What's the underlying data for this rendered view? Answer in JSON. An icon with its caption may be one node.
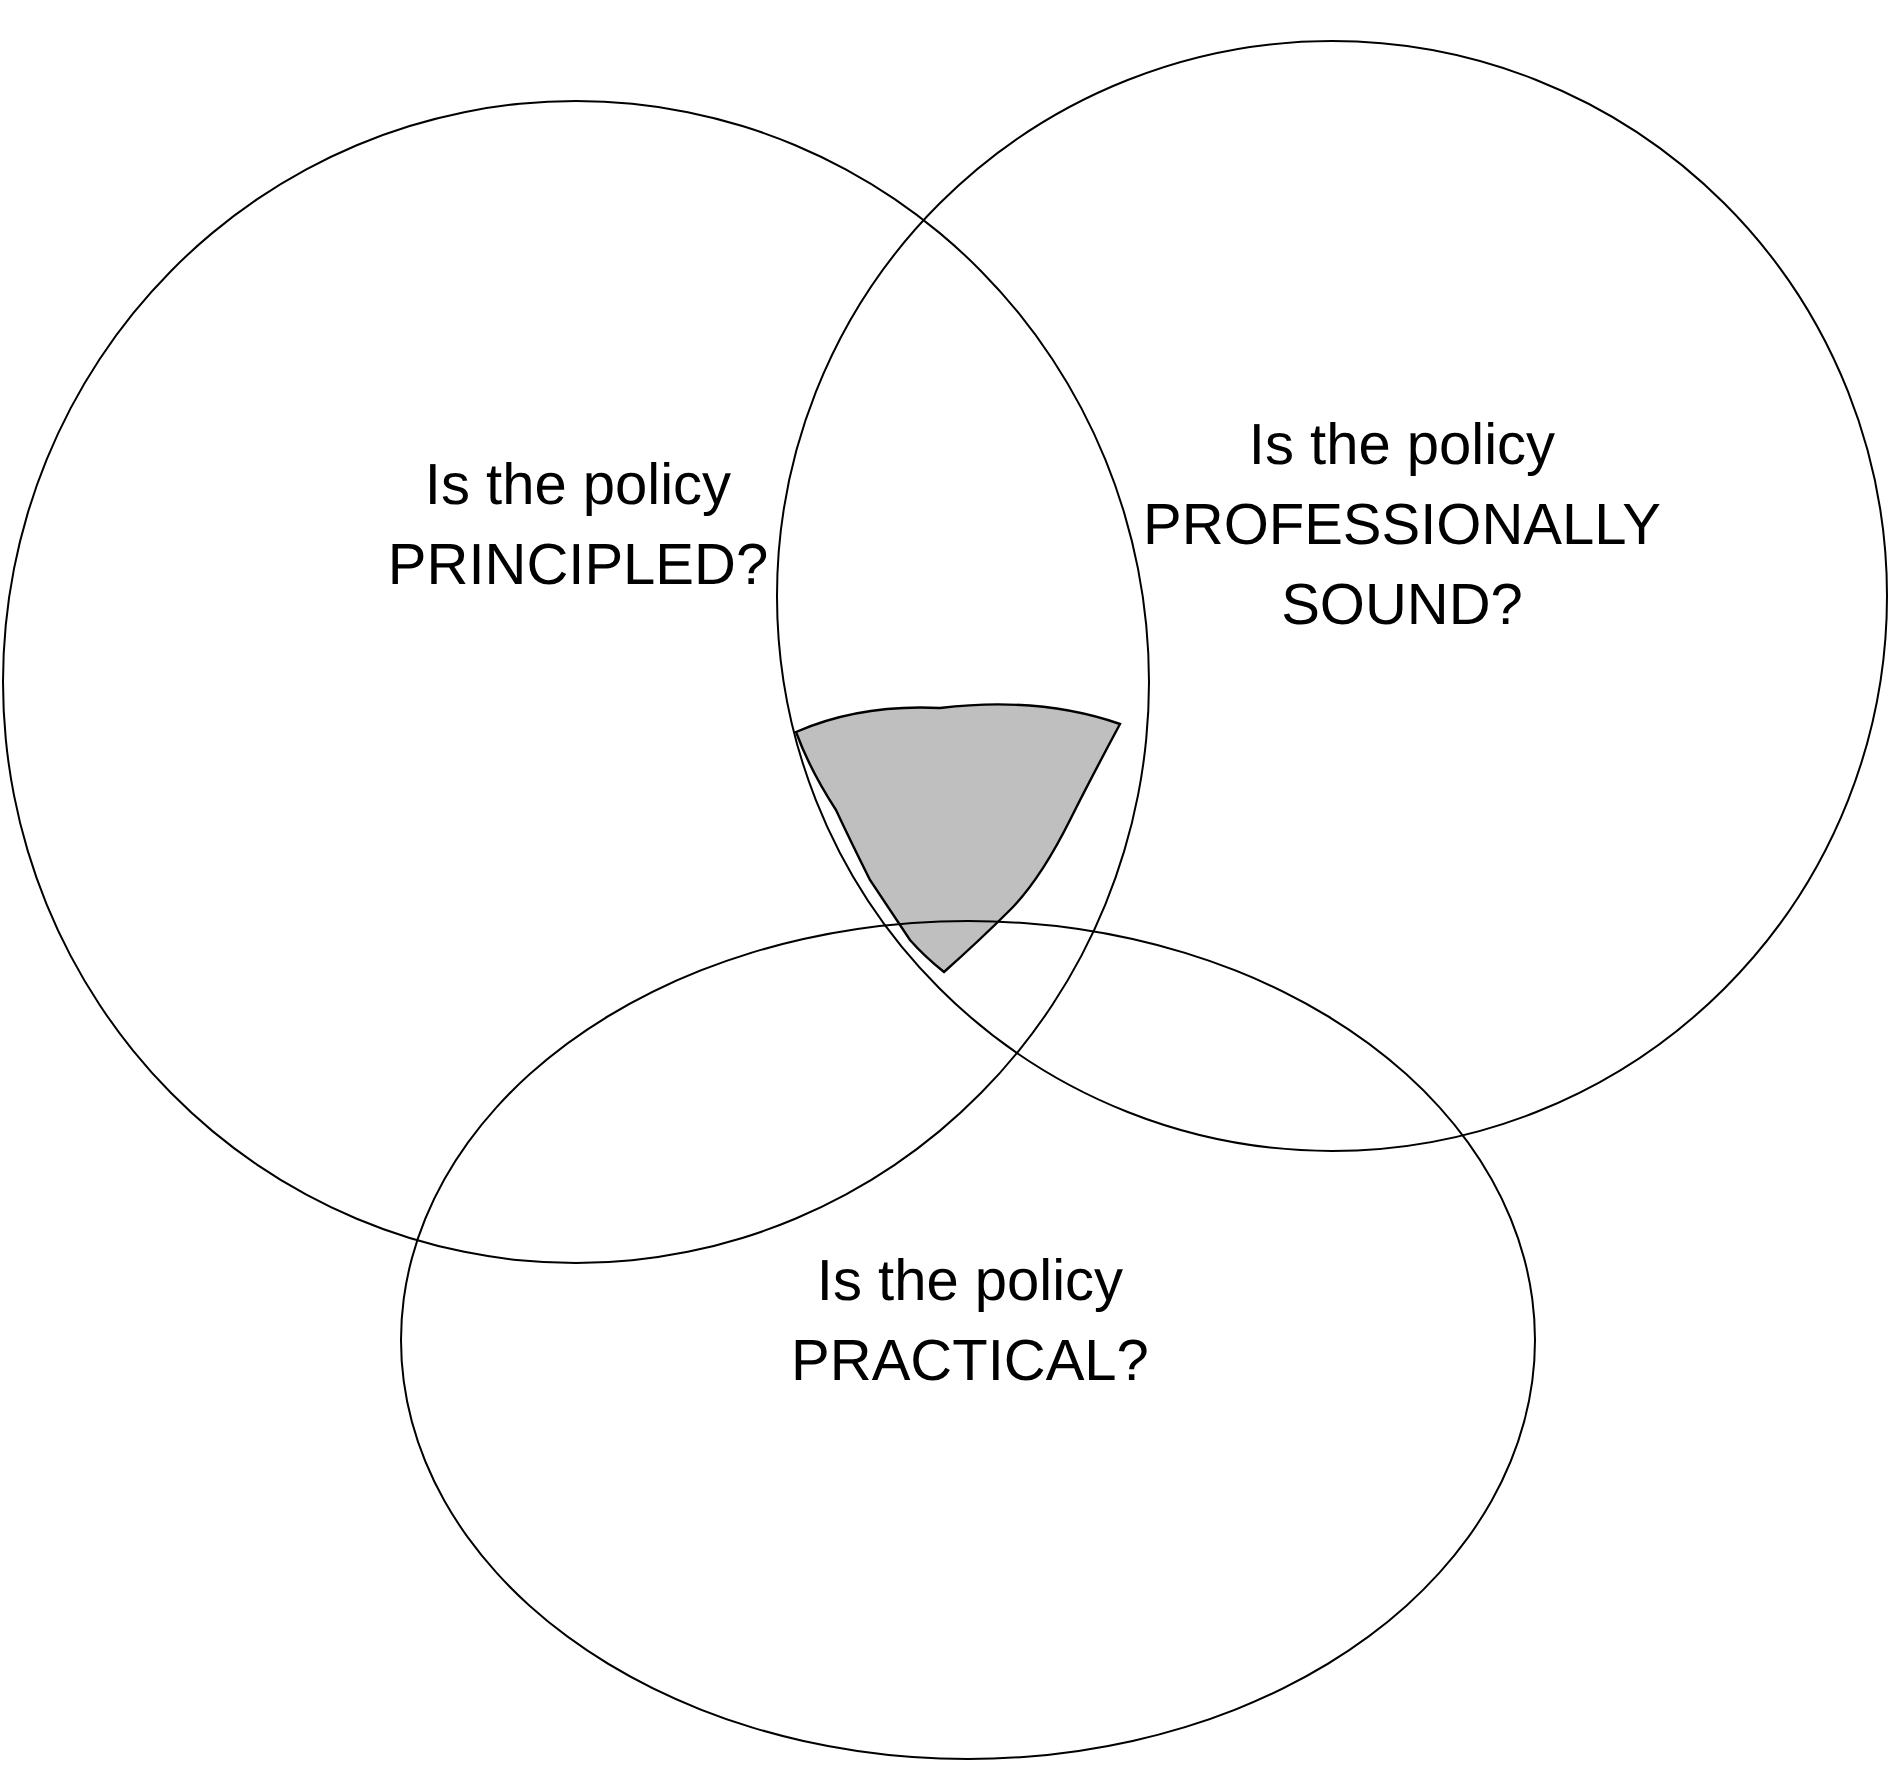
{
  "diagram": {
    "nodes": [
      {
        "text": [
          "Is the policy PRINCIPLED?"
        ]
      },
      {
        "text": [
          "Is the policy PROFESSIONALLY SOUND?"
        ]
      },
      {
        "text": [
          "Is the policy PRACTICAL?"
        ]
      }
    ]
  }
}
